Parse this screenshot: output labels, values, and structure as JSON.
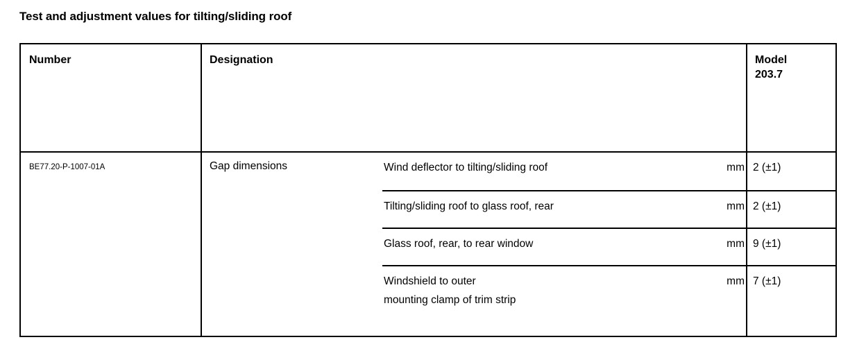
{
  "document": {
    "title": "Test and adjustment values for tilting/sliding roof"
  },
  "table": {
    "headers": {
      "number": "Number",
      "designation": "Designation",
      "model": "Model\n203.7"
    },
    "rows": [
      {
        "number": "BE77.20-P-1007-01A",
        "designation": "Gap dimensions",
        "items": [
          {
            "label": "Wind deflector to tilting/sliding roof",
            "unit": "mm",
            "value": "2 (±1)"
          },
          {
            "label": "Tilting/sliding roof to glass roof, rear",
            "unit": "mm",
            "value": "2 (±1)"
          },
          {
            "label": "Glass roof, rear, to rear window",
            "unit": "mm",
            "value": "9 (±1)"
          },
          {
            "label": "Windshield to outer\nmounting clamp of trim strip",
            "unit": "mm",
            "value": "7 (±1)"
          }
        ]
      }
    ]
  },
  "colors": {
    "background": "#ffffff",
    "text": "#000000",
    "border": "#000000"
  }
}
